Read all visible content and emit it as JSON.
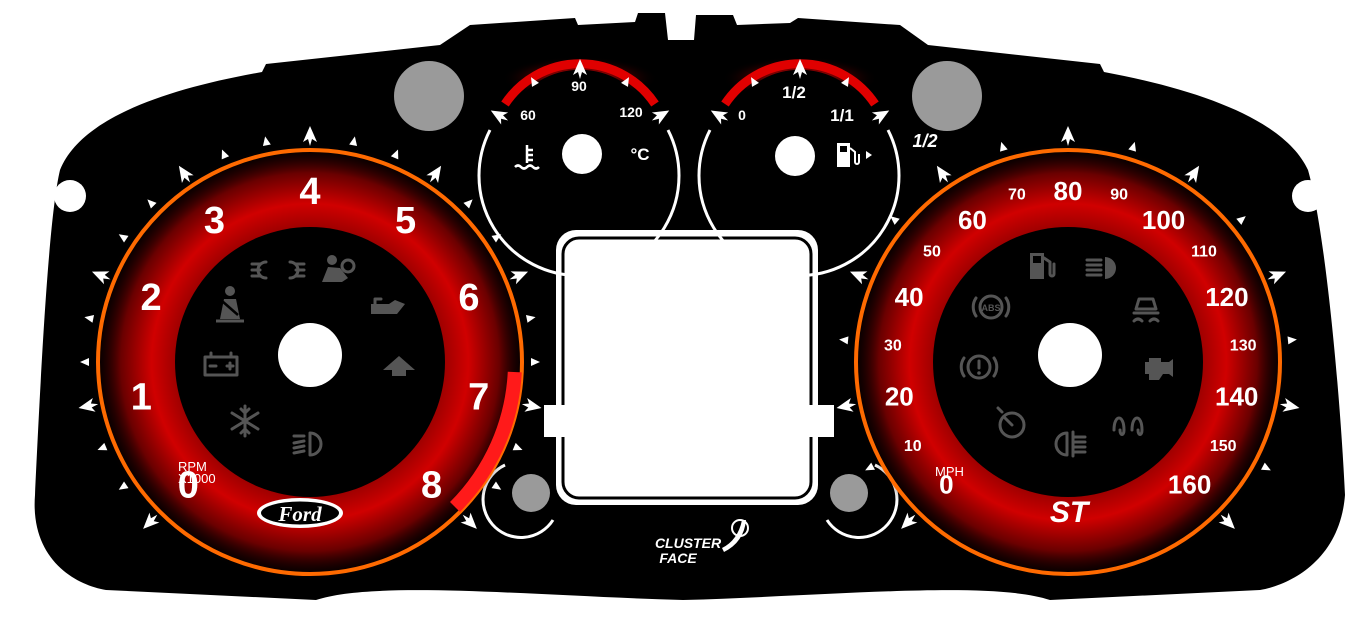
{
  "tachometer": {
    "numbers": [
      "0",
      "1",
      "2",
      "3",
      "4",
      "5",
      "6",
      "7",
      "8"
    ],
    "unit_line1": "RPM",
    "unit_line2": "X1000",
    "ticks_per_gap": 2,
    "redline_from": 6.75
  },
  "speedometer": {
    "major_numbers": [
      "0",
      "20",
      "40",
      "60",
      "80",
      "100",
      "120",
      "140",
      "160"
    ],
    "minor_numbers": [
      "10",
      "30",
      "50",
      "70",
      "90",
      "110",
      "130",
      "150"
    ],
    "unit": "MPH"
  },
  "temperature_gauge": {
    "labels": [
      "60",
      "90",
      "120"
    ],
    "unit": "°C"
  },
  "fuel_gauge": {
    "labels": [
      "0",
      "1/2",
      "1/1"
    ]
  },
  "right_side_mark": "1/2",
  "brand": {
    "ford_logo_text": "Ford",
    "st_badge": "ST"
  },
  "watermark": {
    "line1": "CLUSTER",
    "line2": "FACE"
  },
  "warning_icons_left": [
    "fog-light-icon",
    "airbag-icon",
    "seatbelt-icon",
    "oil-can-icon",
    "battery-icon",
    "shift-arrow-icon",
    "frost-icon",
    "headlight-icon"
  ],
  "warning_icons_right": [
    "fuel-pump-icon",
    "high-beam-icon",
    "abs-icon",
    "traction-control-icon",
    "brake-warning-icon",
    "engine-icon",
    "speed-limiter-icon",
    "rear-fog-icon",
    "glow-plug-icon"
  ],
  "colors": {
    "face": "#000000",
    "accent_red": "#cc0000",
    "ring_orange": "#ff6a00",
    "redline": "#ff1a1a",
    "icon_gray": "#555555",
    "hole_gray": "#9a9a9a"
  }
}
